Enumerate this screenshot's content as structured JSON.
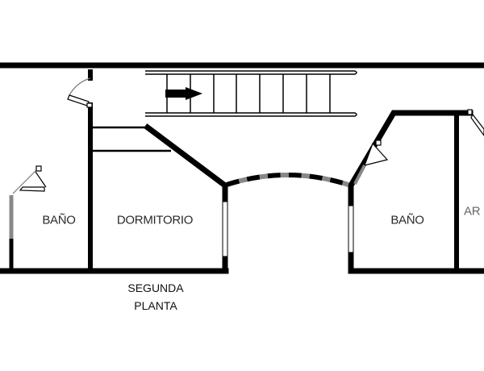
{
  "plan": {
    "rooms": [
      {
        "id": "bano-left",
        "label": "BAÑO"
      },
      {
        "id": "dormitorio",
        "label": "DORMITORIO"
      },
      {
        "id": "bano-right",
        "label": "BAÑO"
      },
      {
        "id": "armario",
        "label": "AR"
      }
    ],
    "floor_label": {
      "line1": "SEGUNDA",
      "line2": "PLANTA"
    },
    "colors": {
      "wall": "#000000",
      "door": "#333333",
      "background": "#ffffff"
    }
  }
}
